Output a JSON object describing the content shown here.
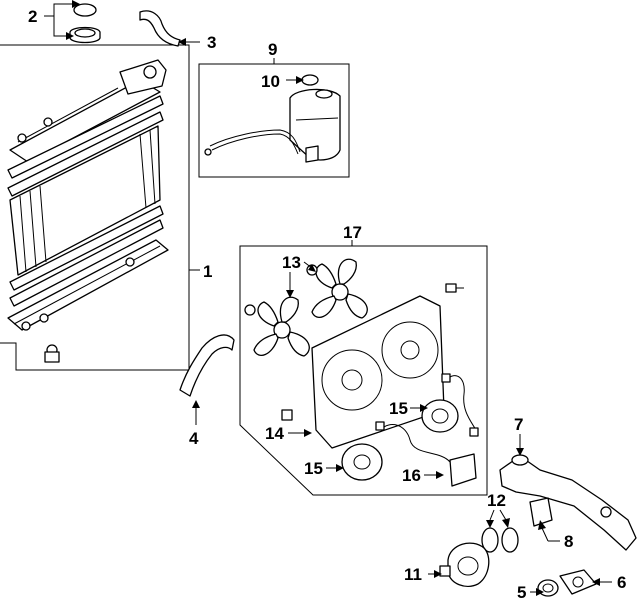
{
  "diagram": {
    "callouts": {
      "c1": "1",
      "c2": "2",
      "c3": "3",
      "c4": "4",
      "c5": "5",
      "c6": "6",
      "c7": "7",
      "c8": "8",
      "c9": "9",
      "c10": "10",
      "c11": "11",
      "c12": "12",
      "c13": "13",
      "c14": "14",
      "c15a": "15",
      "c15b": "15",
      "c16": "16",
      "c17": "17"
    }
  }
}
